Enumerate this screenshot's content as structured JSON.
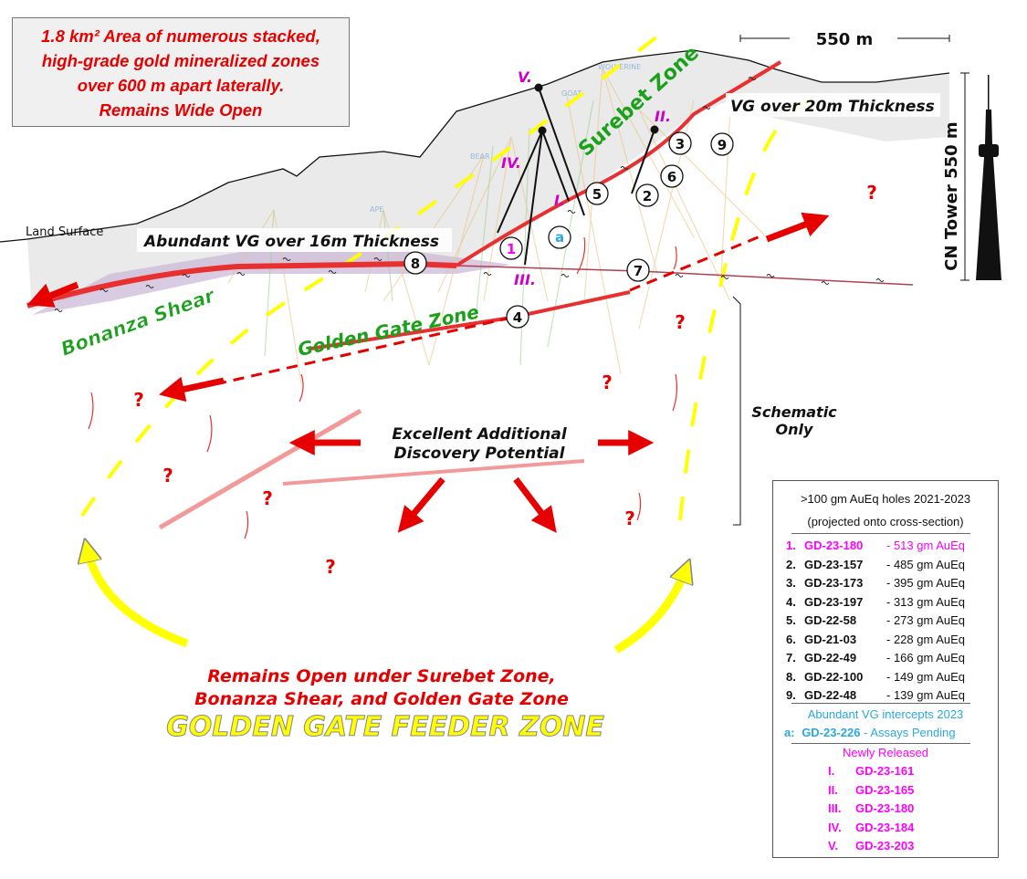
{
  "info_box": {
    "line1": "1.8 km² Area of numerous stacked,",
    "line2": "high-grade gold mineralized zones",
    "line3": "over 600 m apart laterally.",
    "line4": "Remains Wide Open"
  },
  "labels": {
    "land_surface": "Land Surface",
    "vg_16m": "Abundant VG over 16m Thickness",
    "vg_20m": "VG over 20m Thickness",
    "surebet_zone": "Surebet Zone",
    "bonanza_shear": "Bonanza Shear",
    "golden_gate_zone": "Golden Gate Zone",
    "scale_horizontal": "550 m",
    "cn_tower": "CN Tower 550 m",
    "schematic_1": "Schematic",
    "schematic_2": "Only",
    "discovery_1": "Excellent Additional",
    "discovery_2": "Discovery Potential",
    "open_1": "Remains Open under Surebet Zone,",
    "open_2": "Bonanza Shear, and Golden Gate Zone",
    "feeder": "GOLDEN GATE FEEDER ZONE",
    "question": "?",
    "pad_bear": "BEAR",
    "pad_goat": "GOAT",
    "pad_wolverine": "WOLVERINE",
    "pad_ape": "APE"
  },
  "markers": {
    "m1": "1",
    "m2": "2",
    "m3": "3",
    "m4": "4",
    "m5": "5",
    "m6": "6",
    "m7": "7",
    "m8": "8",
    "m9": "9",
    "ma": "a",
    "r1": "I.",
    "r2": "II.",
    "r3": "III.",
    "r4": "IV.",
    "r5": "V."
  },
  "legend": {
    "title1": ">100 gm AuEq holes 2021-2023",
    "title2": "(projected onto cross-section)",
    "holes": [
      {
        "num": "1.",
        "code": "GD-23-180",
        "value": "- 513 gm AuEq"
      },
      {
        "num": "2.",
        "code": "GD-23-157",
        "value": "- 485 gm AuEq"
      },
      {
        "num": "3.",
        "code": "GD-23-173",
        "value": "- 395 gm AuEq"
      },
      {
        "num": "4.",
        "code": "GD-23-197",
        "value": "- 313 gm AuEq"
      },
      {
        "num": "5.",
        "code": "GD-22-58",
        "value": "- 273 gm AuEq"
      },
      {
        "num": "6.",
        "code": "GD-21-03",
        "value": "- 228 gm AuEq"
      },
      {
        "num": "7.",
        "code": "GD-22-49",
        "value": "- 166 gm AuEq"
      },
      {
        "num": "8.",
        "code": "GD-22-100",
        "value": "- 149 gm AuEq"
      },
      {
        "num": "9.",
        "code": "GD-22-48",
        "value": "- 139 gm AuEq"
      }
    ],
    "vg_title": "Abundant VG intercepts 2023",
    "vg_item": {
      "num": "a:",
      "code": "GD-23-226",
      "value": "- Assays Pending"
    },
    "new_title": "Newly Released",
    "new_items": [
      {
        "num": "I.",
        "code": "GD-23-161"
      },
      {
        "num": "II.",
        "code": "GD-23-165"
      },
      {
        "num": "III.",
        "code": "GD-23-180"
      },
      {
        "num": "IV.",
        "code": "GD-23-184"
      },
      {
        "num": "V.",
        "code": "GD-23-203"
      }
    ]
  },
  "colors": {
    "red": "#e60000",
    "green": "#1aa01a",
    "magenta": "#ff00ff",
    "blue": "#2aa8e0",
    "yellow": "#ffff00"
  }
}
